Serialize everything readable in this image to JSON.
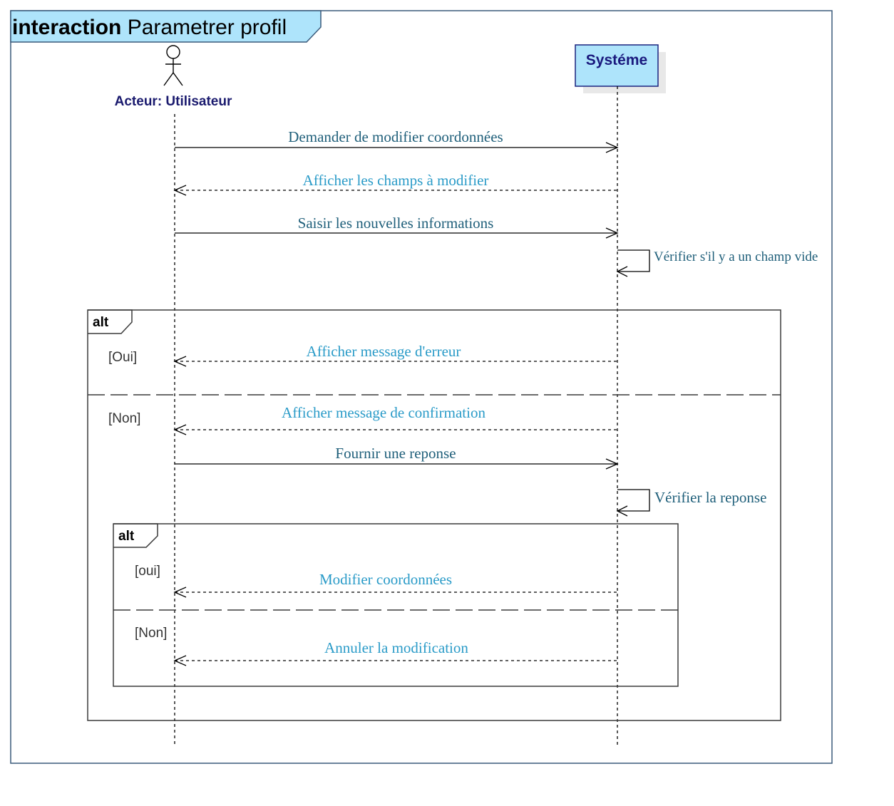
{
  "interaction": {
    "keyword": "interaction",
    "name": "Parametrer profil"
  },
  "lifelines": {
    "actor": {
      "label": "Acteur: Utilisateur",
      "icon": "stick-figure-icon"
    },
    "system": {
      "label": "Systéme",
      "fill": "#aee4fb",
      "border": "#1a237e",
      "text_color": "#1a1a7e"
    }
  },
  "messages": {
    "m1": {
      "text": "Demander de modifier coordonnées",
      "kind": "sync"
    },
    "m2": {
      "text": "Afficher les champs à modifier",
      "kind": "reply"
    },
    "m3": {
      "text": "Saisir les nouvelles informations",
      "kind": "sync"
    },
    "m4": {
      "text": "Vérifier s'il y  a un champ vide",
      "kind": "self"
    },
    "m5": {
      "text": "Afficher message d'erreur",
      "kind": "reply"
    },
    "m6": {
      "text": "Afficher message de confirmation",
      "kind": "reply"
    },
    "m7": {
      "text": "Fournir une reponse",
      "kind": "sync"
    },
    "m8": {
      "text": "Vérifier la reponse",
      "kind": "self"
    },
    "m9": {
      "text": "Modifier coordonnées",
      "kind": "reply"
    },
    "m10": {
      "text": "Annuler la modification",
      "kind": "reply"
    }
  },
  "fragments": {
    "outer": {
      "operator": "alt",
      "guard1": "[Oui]",
      "guard2": "[Non]"
    },
    "inner": {
      "operator": "alt",
      "guard1": "[oui]",
      "guard2": "[Non]"
    }
  },
  "colors": {
    "title_tab": "#aee4fb",
    "sync_text": "#1f5f7a",
    "reply_text": "#2a9bc8",
    "frame_border": "#3a5a7a"
  }
}
